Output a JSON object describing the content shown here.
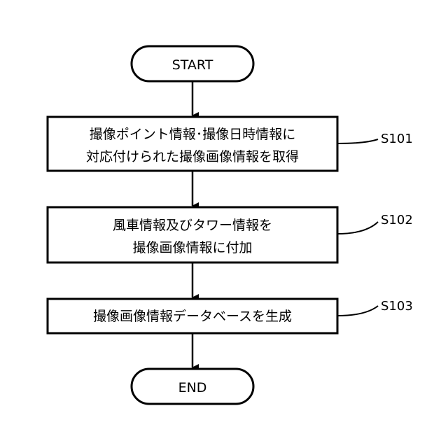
{
  "flowchart": {
    "start_label": "START",
    "end_label": "END",
    "steps": [
      {
        "id": "S101",
        "lines": [
          "撮像ポイント情報･撮像日時情報に",
          "対応付けられた撮像画像情報を取得"
        ]
      },
      {
        "id": "S102",
        "lines": [
          "風車情報及びタワー情報を",
          "撮像画像情報に付加"
        ]
      },
      {
        "id": "S103",
        "lines": [
          "撮像画像情報データベースを生成"
        ]
      }
    ]
  },
  "colors": {
    "stroke": "#000000",
    "fill": "#ffffff",
    "text": "#000000"
  }
}
